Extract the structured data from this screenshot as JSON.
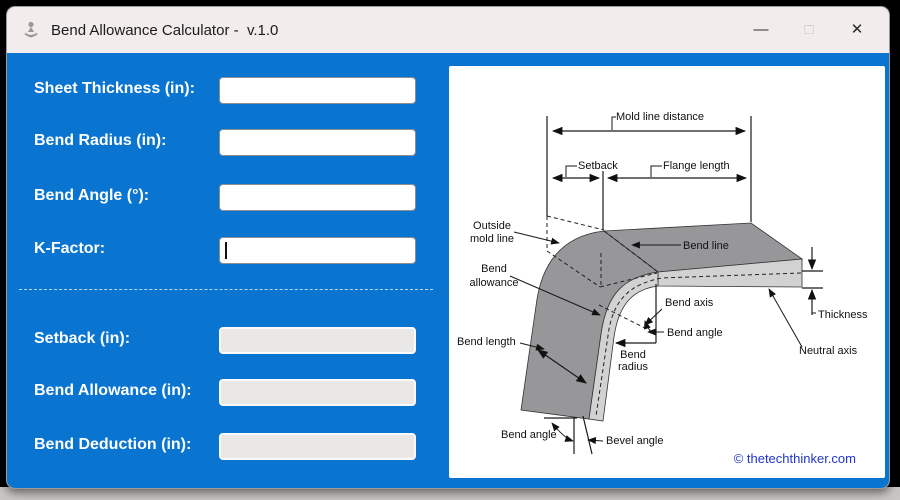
{
  "window": {
    "title": "Bend Allowance Calculator -  v.1.0",
    "controls": {
      "minimize": "—",
      "maximize": "□",
      "close": "✕"
    }
  },
  "colors": {
    "accent_blue": "#0a74d1",
    "titlebar_bg": "#f2edec",
    "credit_blue": "#1f35c8",
    "disabled_field": "#eae8e6"
  },
  "form": {
    "inputs": [
      {
        "label": "Sheet Thickness (in):",
        "value": ""
      },
      {
        "label": "Bend Radius (in):",
        "value": ""
      },
      {
        "label": "Bend Angle (°):",
        "value": ""
      },
      {
        "label": "K-Factor:",
        "value": ""
      }
    ],
    "outputs": [
      {
        "label": "Setback (in):",
        "value": ""
      },
      {
        "label": "Bend Allowance (in):",
        "value": ""
      },
      {
        "label": "Bend Deduction (in):",
        "value": ""
      }
    ]
  },
  "diagram": {
    "labels": {
      "mold_line_distance": "Mold line distance",
      "setback": "Setback",
      "flange_length": "Flange length",
      "outside_1": "Outside",
      "outside_2": "mold line",
      "bend_line": "Bend line",
      "allow_1": "Bend",
      "allow_2": "allowance",
      "bend_axis": "Bend axis",
      "bend_angle_mid": "Bend angle",
      "bend_radius_1": "Bend",
      "bend_radius_2": "radius",
      "bend_length": "Bend length",
      "thickness": "Thickness",
      "neutral_axis": "Neutral axis",
      "bend_angle_bottom": "Bend angle",
      "bevel_angle": "Bevel angle",
      "credit": "© thetechthinker.com"
    }
  }
}
